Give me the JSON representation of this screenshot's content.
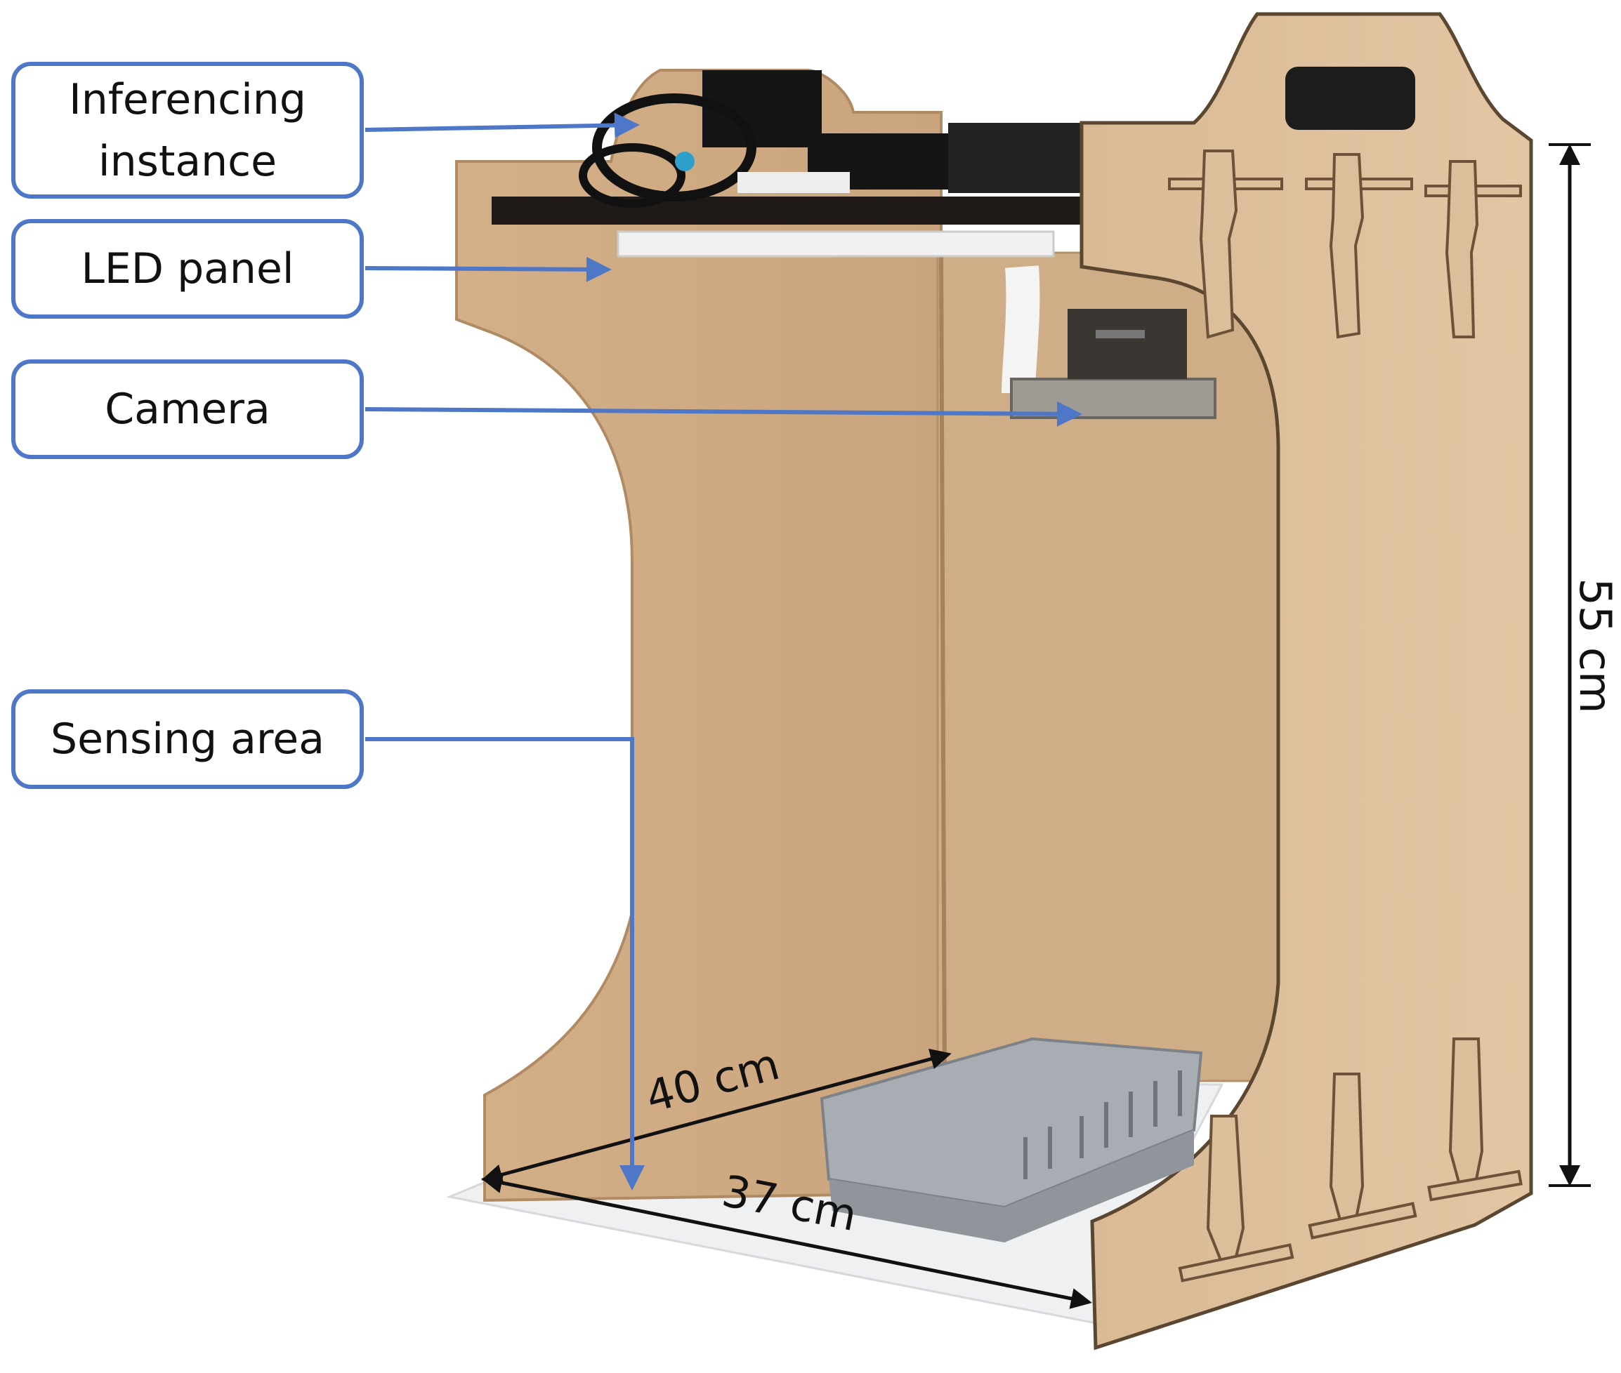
{
  "callouts": {
    "inferencing": {
      "line1": "Inferencing",
      "line2": "instance"
    },
    "led_panel": "LED panel",
    "camera": "Camera",
    "sensing_area": "Sensing area"
  },
  "dimensions": {
    "height": "55 cm",
    "depth": "40 cm",
    "width": "37 cm"
  },
  "colors": {
    "callout_border": "#4f77c8",
    "arrow": "#4f77c8",
    "mdf": "#d6b48c",
    "mdf_dark": "#b8946b",
    "tray": "#a7adb3",
    "electronics": "#1a1a1a",
    "base_sheet": "#eef0f2"
  }
}
